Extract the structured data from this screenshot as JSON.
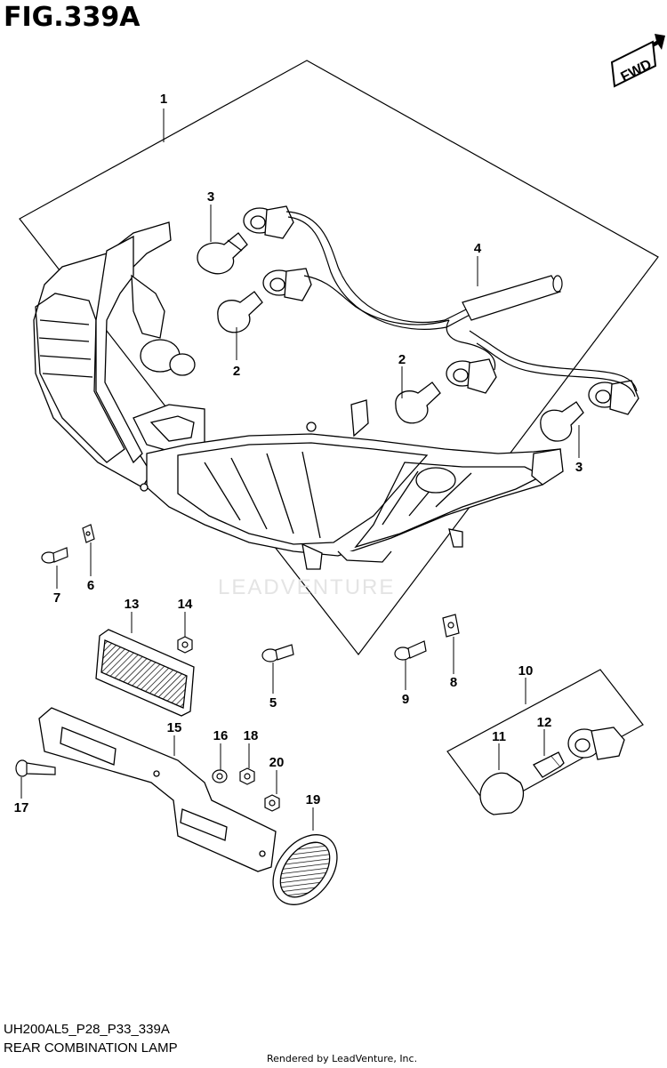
{
  "figure": {
    "title": "FIG.339A",
    "code": "UH200AL5_P28_P33_339A",
    "name": "REAR COMBINATION LAMP",
    "credit": "Rendered by LeadVenture, Inc.",
    "watermark": "LEADVENTURE",
    "direction_badge": "FWD"
  },
  "callouts": [
    {
      "id": "c1",
      "label": "1"
    },
    {
      "id": "c2a",
      "label": "2"
    },
    {
      "id": "c2b",
      "label": "2"
    },
    {
      "id": "c3a",
      "label": "3"
    },
    {
      "id": "c3b",
      "label": "3"
    },
    {
      "id": "c4",
      "label": "4"
    },
    {
      "id": "c5",
      "label": "5"
    },
    {
      "id": "c6",
      "label": "6"
    },
    {
      "id": "c7",
      "label": "7"
    },
    {
      "id": "c8",
      "label": "8"
    },
    {
      "id": "c9",
      "label": "9"
    },
    {
      "id": "c10",
      "label": "10"
    },
    {
      "id": "c11",
      "label": "11"
    },
    {
      "id": "c12",
      "label": "12"
    },
    {
      "id": "c13",
      "label": "13"
    },
    {
      "id": "c14",
      "label": "14"
    },
    {
      "id": "c15",
      "label": "15"
    },
    {
      "id": "c16",
      "label": "16"
    },
    {
      "id": "c17",
      "label": "17"
    },
    {
      "id": "c18",
      "label": "18"
    },
    {
      "id": "c19",
      "label": "19"
    },
    {
      "id": "c20",
      "label": "20"
    }
  ]
}
